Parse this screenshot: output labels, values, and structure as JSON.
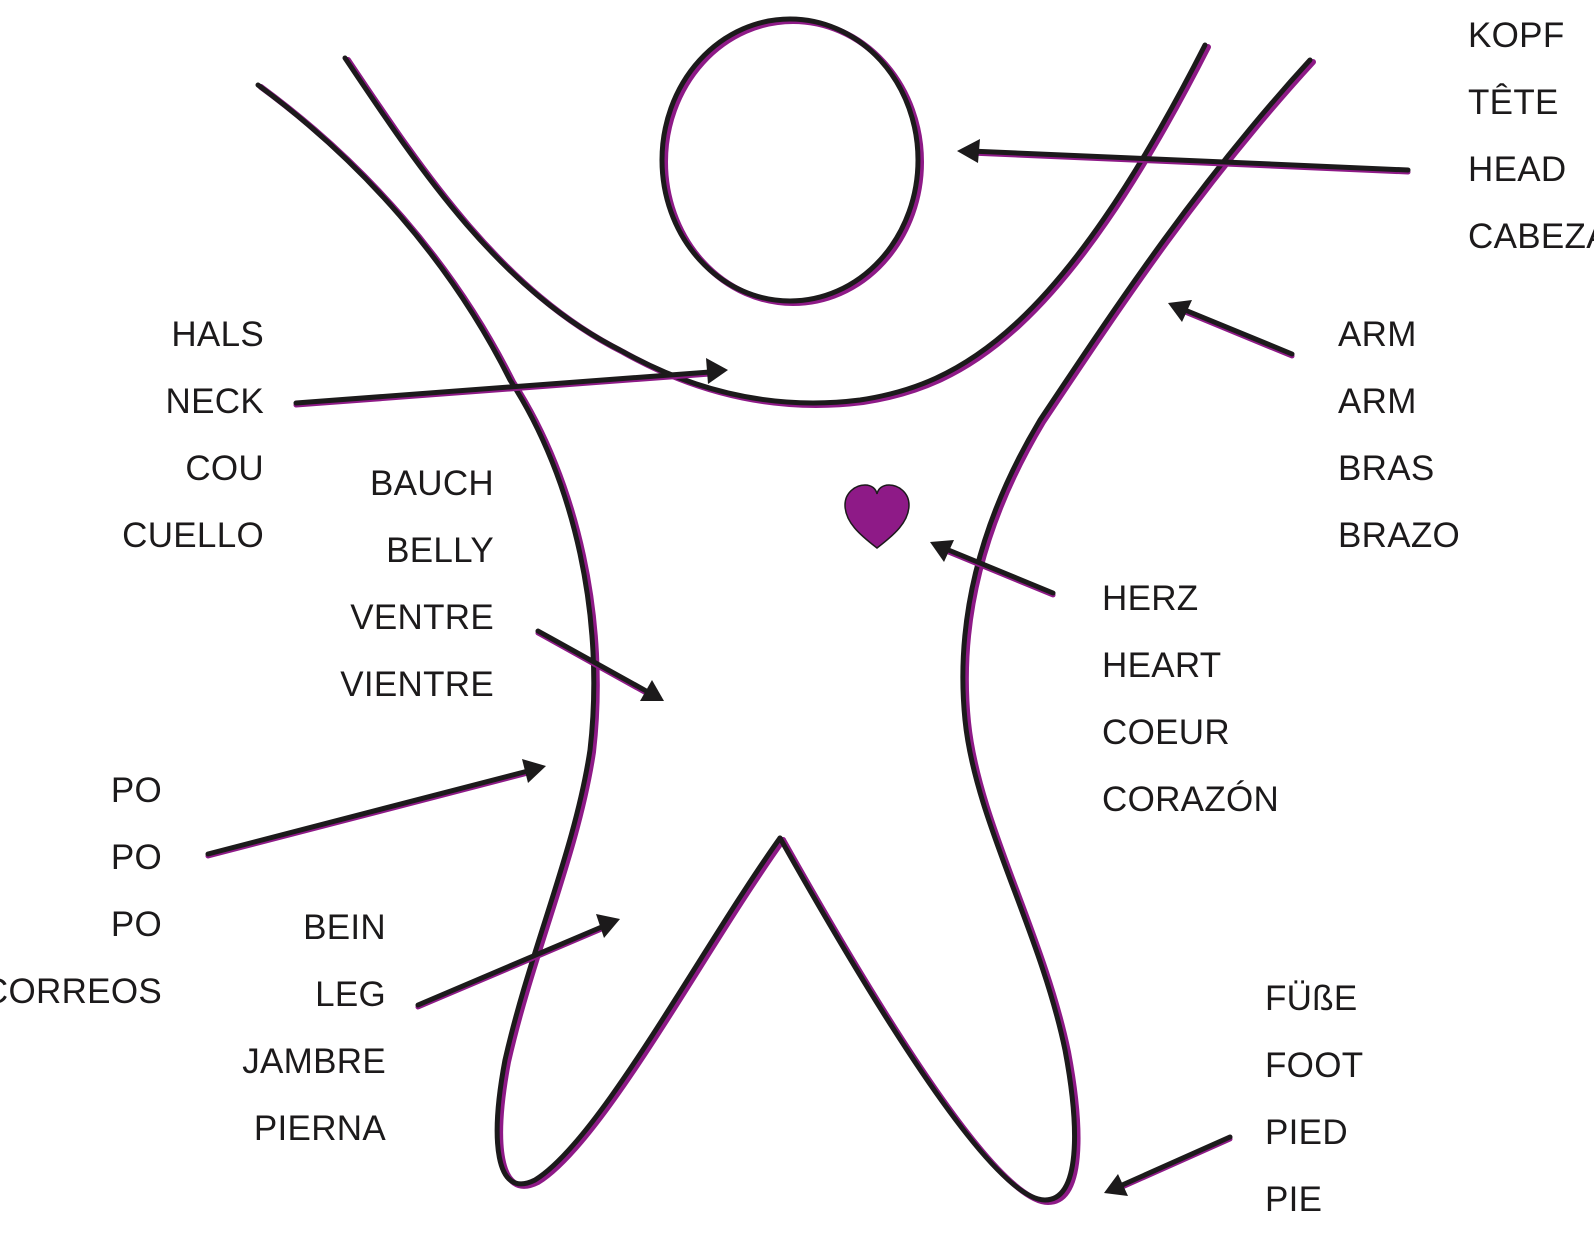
{
  "colors": {
    "outline": "#1c1a1b",
    "accent": "#8e1a87",
    "heart": "#8e1a87",
    "text": "#1c1a1b"
  },
  "labels": {
    "head": [
      "KOPF",
      "TÊTE",
      "HEAD",
      "CABEZA"
    ],
    "neck": [
      "HALS",
      "NECK",
      "COU",
      "CUELLO"
    ],
    "arm": [
      "ARM",
      "ARM",
      "BRAS",
      "BRAZO"
    ],
    "belly": [
      "BAUCH",
      "BELLY",
      "VENTRE",
      "VIENTRE"
    ],
    "heart": [
      "HERZ",
      "HEART",
      "COEUR",
      "CORAZÓN"
    ],
    "bottom": [
      "PO",
      "PO",
      "PO",
      "CORREOS"
    ],
    "leg": [
      "BEIN",
      "LEG",
      "JAMBRE",
      "PIERNA"
    ],
    "foot": [
      "FÜßE",
      "FOOT",
      "PIED",
      "PIE"
    ]
  }
}
